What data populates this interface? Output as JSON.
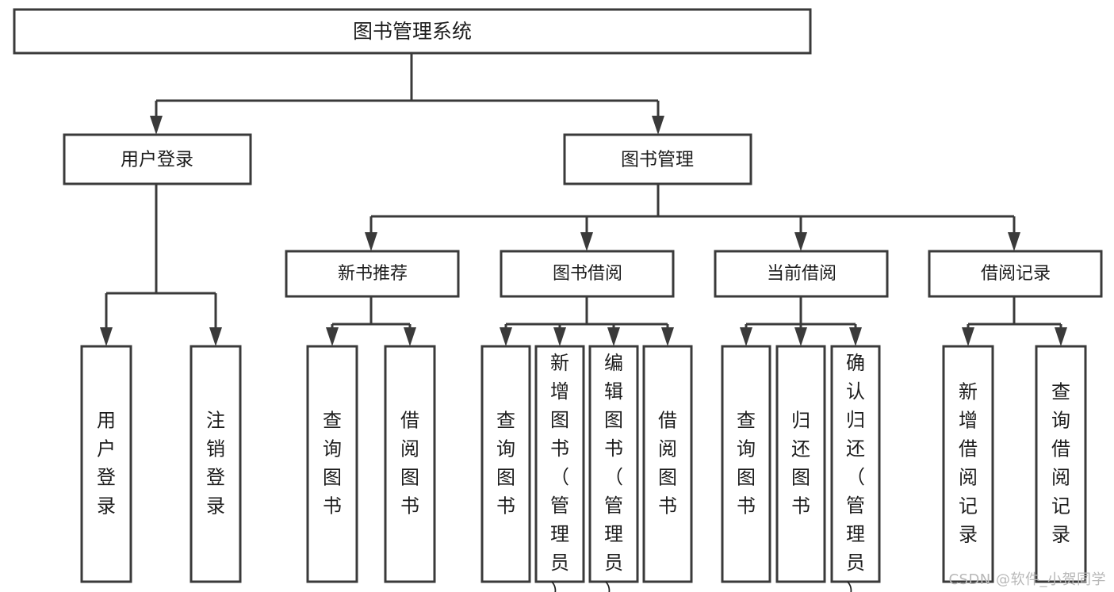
{
  "diagram": {
    "type": "tree-hierarchy",
    "title": "图书管理系统",
    "orientation": "top-down",
    "stroke_color": "#3a3a3a",
    "fill_color": "#ffffff",
    "text_color": "#1d1d1d",
    "root": {
      "label": "图书管理系统",
      "level": 1
    },
    "level2": [
      {
        "label": "用户登录"
      },
      {
        "label": "图书管理"
      }
    ],
    "level3": [
      {
        "label": "新书推荐",
        "parent": "图书管理"
      },
      {
        "label": "图书借阅",
        "parent": "图书管理"
      },
      {
        "label": "当前借阅",
        "parent": "图书管理"
      },
      {
        "label": "借阅记录",
        "parent": "图书管理"
      }
    ],
    "leaves": {
      "user_login": [
        {
          "label": "用户登录"
        },
        {
          "label": "注销登录"
        }
      ],
      "new_book_recommend": [
        {
          "label": "查询图书"
        },
        {
          "label": "借阅图书"
        }
      ],
      "book_borrow": [
        {
          "label": "查询图书"
        },
        {
          "label": "新增图书（管理员）"
        },
        {
          "label": "编辑图书（管理员）"
        },
        {
          "label": "借阅图书"
        }
      ],
      "current_borrow": [
        {
          "label": "查询图书"
        },
        {
          "label": "归还图书"
        },
        {
          "label": "确认归还（管理员）"
        }
      ],
      "borrow_record": [
        {
          "label": "新增借阅记录"
        },
        {
          "label": "查询借阅记录"
        }
      ]
    }
  },
  "watermark": {
    "text": "CSDN @软件_小贺同学"
  }
}
